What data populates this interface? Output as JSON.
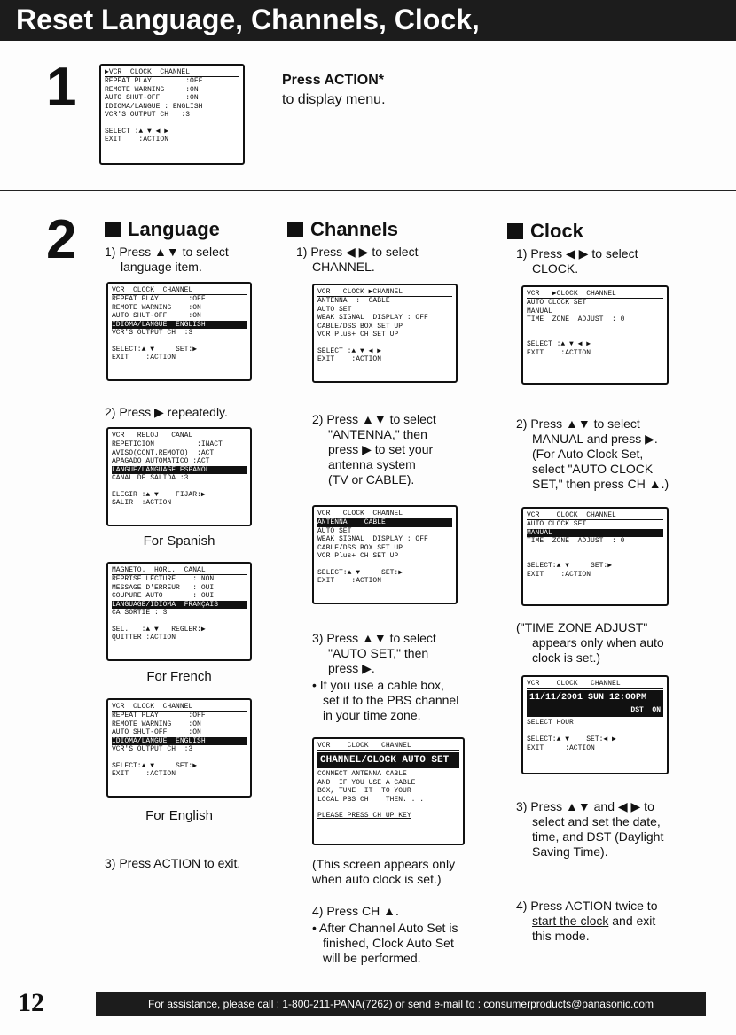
{
  "title": "Reset Language, Channels, Clock,",
  "page_number": "12",
  "footer": "For assistance, please call : 1-800-211-PANA(7262) or send e-mail to : consumerproducts@panasonic.com",
  "step1": {
    "number": "1",
    "heading": "Press ACTION*",
    "text": "to display menu.",
    "screen": [
      "▶VCR  CLOCK  CHANNEL",
      "REPEAT PLAY        :OFF",
      "REMOTE WARNING     :ON",
      "AUTO SHUT-OFF      :ON",
      "IDIOMA/LANGUE : ENGLISH",
      "VCR'S OUTPUT CH   :3",
      "",
      "SELECT :▲ ▼ ◀ ▶",
      "EXIT    :ACTION"
    ]
  },
  "step2": {
    "number": "2",
    "language": {
      "title": "Language",
      "step1": "1) Press ▲▼ to select",
      "step1b": "language item.",
      "screen1": [
        "VCR  CLOCK  CHANNEL",
        "REPEAT PLAY       :OFF",
        "REMOTE WARNING    :ON",
        "AUTO SHUT-OFF     :ON",
        "IDIOMA/LANGUE  ENGLISH",
        "VCR'S OUTPUT CH  :3",
        "",
        "SELECT:▲ ▼     SET:▶",
        "EXIT    :ACTION"
      ],
      "step2": "2) Press ▶ repeatedly.",
      "screen_es": [
        "VCR   RELOJ   CANAL",
        "REPETICION          :INACT",
        "AVISO(CONT.REMOTO)  :ACT",
        "APAGADO AUTOMATICO :ACT",
        "LANGUE/LANGUAGE ESPAÑOL",
        "CANAL DE SALIDA :3",
        "",
        "ELEGIR :▲ ▼    FIJAR:▶",
        "SALIR  :ACTION"
      ],
      "cap_es": "For Spanish",
      "screen_fr": [
        "MAGNETO.  HORL.  CANAL",
        "REPRISE LECTURE    : NON",
        "MESSAGE D'ERREUR   : OUI",
        "COUPURE AUTO       : OUI",
        "LANGUAGE/IDIOMA  FRANÇAIS",
        "CA SORTIE : 3",
        "",
        "SEL.   :▲ ▼   REGLER:▶",
        "QUITTER :ACTION"
      ],
      "cap_fr": "For French",
      "screen_en": [
        "VCR  CLOCK  CHANNEL",
        "REPEAT PLAY       :OFF",
        "REMOTE WARNING    :ON",
        "AUTO SHUT-OFF     :ON",
        "IDIOMA/LANGUE  ENGLISH",
        "VCR'S OUTPUT CH  :3",
        "",
        "SELECT:▲ ▼     SET:▶",
        "EXIT    :ACTION"
      ],
      "cap_en": "For English",
      "step3": "3) Press ACTION to exit."
    },
    "channels": {
      "title": "Channels",
      "step1": "1) Press ◀ ▶ to select",
      "step1b": "CHANNEL.",
      "screen1": [
        "VCR   CLOCK ▶CHANNEL",
        "ANTENNA  :  CABLE",
        "AUTO SET",
        "WEAK SIGNAL  DISPLAY : OFF",
        "CABLE/DSS BOX SET UP",
        "VCR Plus+ CH SET UP",
        "",
        "SELECT :▲ ▼ ◀ ▶",
        "EXIT    :ACTION"
      ],
      "step2": "2) Press ▲▼ to select",
      "step2b": "\"ANTENNA,\" then",
      "step2c": "press ▶ to set your",
      "step2d": "antenna system",
      "step2e": "(TV or CABLE).",
      "screen2": [
        "VCR   CLOCK  CHANNEL",
        "ANTENNA    CABLE",
        "AUTO SET",
        "WEAK SIGNAL  DISPLAY : OFF",
        "CABLE/DSS BOX SET UP",
        "VCR Plus+ CH SET UP",
        "",
        "SELECT:▲ ▼     SET:▶",
        "EXIT    :ACTION"
      ],
      "step3": "3) Press ▲▼ to select",
      "step3b": "\"AUTO SET,\" then",
      "step3c": "press ▶.",
      "bullet1": "• If you use a cable box,",
      "bullet1b": "set it to the PBS channel",
      "bullet1c": "in your time zone.",
      "screen3_tabs": "VCR    CLOCK   CHANNEL",
      "screen3_banner": "CHANNEL/CLOCK AUTO SET",
      "screen3_body": [
        "CONNECT ANTENNA CABLE",
        "AND  IF YOU USE A CABLE",
        "BOX, TUNE  IT  TO YOUR",
        "LOCAL PBS CH    THEN. . ."
      ],
      "screen3_foot": "PLEASE PRESS CH UP KEY",
      "note": "(This screen appears only",
      "noteb": "when auto clock is set.)",
      "step4": "4) Press CH ▲.",
      "bullet2": "• After Channel Auto Set is",
      "bullet2b": "finished, Clock Auto Set",
      "bullet2c": "will be performed."
    },
    "clock": {
      "title": "Clock",
      "step1": "1) Press ◀ ▶ to select",
      "step1b": "CLOCK.",
      "screen1": [
        "VCR   ▶CLOCK  CHANNEL",
        "AUTO CLOCK SET",
        "MANUAL",
        "TIME  ZONE  ADJUST  : 0",
        "",
        "",
        "SELECT :▲ ▼ ◀ ▶",
        "EXIT    :ACTION"
      ],
      "step2": "2) Press ▲▼ to select",
      "step2b": "MANUAL and press ▶.",
      "step2c": "(For Auto Clock Set,",
      "step2d": "select \"AUTO CLOCK",
      "step2e": "SET,\" then press CH ▲.)",
      "screen2": [
        "VCR    CLOCK  CHANNEL",
        "AUTO CLOCK SET",
        "MANUAL",
        "TIME  ZONE  ADJUST  : 0",
        "",
        "",
        "SELECT:▲ ▼     SET:▶",
        "EXIT    :ACTION"
      ],
      "note": "(\"TIME ZONE ADJUST\"",
      "noteb": "appears only when auto",
      "notec": "clock is set.)",
      "screen3_tabs": "VCR    CLOCK   CHANNEL",
      "screen3_banner": "11/11/2001 SUN 12:00PM",
      "screen3_dst": "DST  ON",
      "screen3_body": [
        "SELECT HOUR",
        "",
        "SELECT:▲ ▼    SET:◀ ▶",
        "EXIT     :ACTION"
      ],
      "step3": "3) Press ▲▼ and ◀ ▶ to",
      "step3b": "select and set the date,",
      "step3c": "time, and DST (Daylight",
      "step3d": "Saving Time).",
      "step4": "4) Press ACTION twice to",
      "step4b_u": "start the clock",
      "step4b_r": " and exit",
      "step4c": "this mode."
    }
  }
}
